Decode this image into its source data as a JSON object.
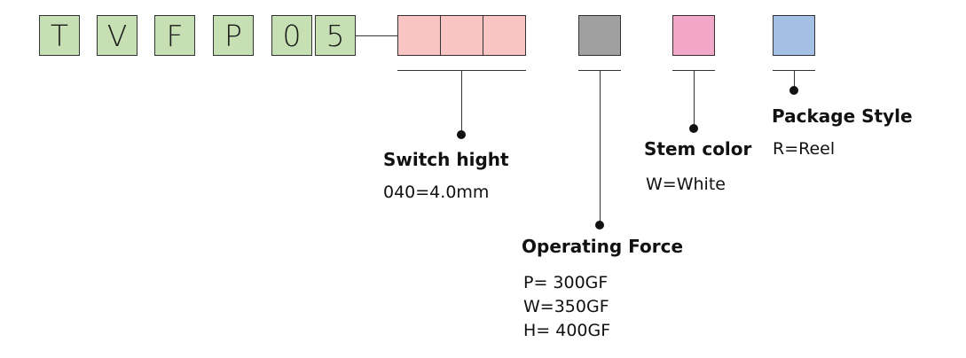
{
  "code_letters": [
    "T",
    "V",
    "F",
    "P",
    "0",
    "5"
  ],
  "colors": {
    "code_box": "#c6e0b4",
    "switch_hight": "#f8c4c4",
    "operating_force": "#a0a0a0",
    "stem_color": "#f2a7c8",
    "package_style": "#a3bfe4"
  },
  "switch_hight": {
    "title": "Switch hight",
    "values": [
      "040=4.0mm"
    ]
  },
  "operating_force": {
    "title": "Operating Force",
    "values": [
      "P= 300GF",
      "W=350GF",
      "H= 400GF"
    ]
  },
  "stem_color": {
    "title": "Stem color",
    "values": [
      "W=White"
    ]
  },
  "package_style": {
    "title": "Package Style",
    "values": [
      "R=Reel"
    ]
  }
}
